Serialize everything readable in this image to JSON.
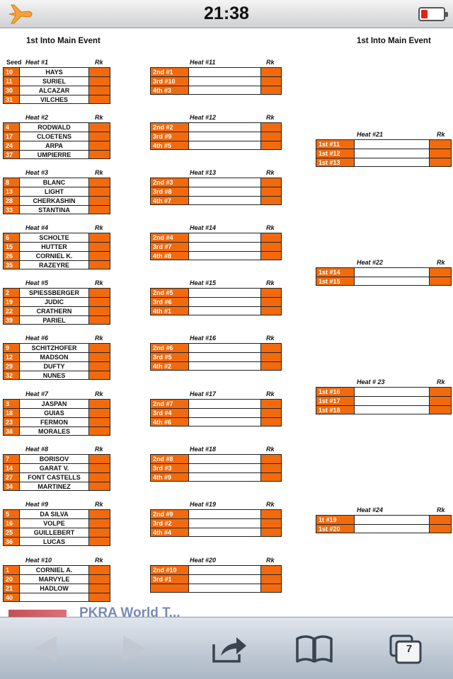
{
  "status": {
    "time": "21:38"
  },
  "page": {
    "title_left": "1st Into Main Event",
    "title_right": "1st Into Main Event",
    "seed_label": "Seed",
    "rk_label": "Rk"
  },
  "col1": [
    {
      "title": "Heat #1",
      "rows": [
        [
          "10",
          "HAYS"
        ],
        [
          "11",
          "SURIEL"
        ],
        [
          "30",
          "ALCAZAR"
        ],
        [
          "31",
          "VILCHES"
        ]
      ]
    },
    {
      "title": "Heat #2",
      "rows": [
        [
          "4",
          "RODWALD"
        ],
        [
          "17",
          "CLOETENS"
        ],
        [
          "24",
          "ARPA"
        ],
        [
          "37",
          "UMPIERRE"
        ]
      ]
    },
    {
      "title": "Heat #3",
      "rows": [
        [
          "8",
          "BLANC"
        ],
        [
          "13",
          "LIGHT"
        ],
        [
          "28",
          "CHERKASHIN"
        ],
        [
          "33",
          "STANTINA"
        ]
      ]
    },
    {
      "title": "Heat #4",
      "rows": [
        [
          "6",
          "SCHOLTE"
        ],
        [
          "15",
          "HUTTER"
        ],
        [
          "26",
          "CORNIEL K."
        ],
        [
          "35",
          "RAZEYRE"
        ]
      ]
    },
    {
      "title": "Heat #5",
      "rows": [
        [
          "2",
          "SPIESSBERGER"
        ],
        [
          "19",
          "JUDIC"
        ],
        [
          "22",
          "CRATHERN"
        ],
        [
          "39",
          "PARIEL"
        ]
      ]
    },
    {
      "title": "Heat #6",
      "rows": [
        [
          "9",
          "SCHITZHOFER"
        ],
        [
          "12",
          "MADSON"
        ],
        [
          "29",
          "DUFTY"
        ],
        [
          "32",
          "NUNES"
        ]
      ]
    },
    {
      "title": "Heat #7",
      "rows": [
        [
          "3",
          "JASPAN"
        ],
        [
          "18",
          "GUIAS"
        ],
        [
          "23",
          "FERMON"
        ],
        [
          "38",
          "MORALES"
        ]
      ]
    },
    {
      "title": "Heat #8",
      "rows": [
        [
          "7",
          "BORISOV"
        ],
        [
          "14",
          "GARAT V."
        ],
        [
          "27",
          "FONT CASTELLS"
        ],
        [
          "34",
          "MARTINEZ"
        ]
      ]
    },
    {
      "title": "Heat #9",
      "rows": [
        [
          "5",
          "DA SILVA"
        ],
        [
          "16",
          "VOLPE"
        ],
        [
          "25",
          "GUILLEBERT"
        ],
        [
          "36",
          "LUCAS"
        ]
      ]
    },
    {
      "title": "Heat #10",
      "rows": [
        [
          "1",
          "CORNIEL A."
        ],
        [
          "20",
          "MARVYLE"
        ],
        [
          "21",
          "HADLOW"
        ],
        [
          "40",
          ""
        ]
      ]
    }
  ],
  "col2": [
    {
      "title": "Heat #11",
      "rows": [
        [
          "2nd #1",
          ""
        ],
        [
          "3rd #10",
          ""
        ],
        [
          "4th #3",
          ""
        ]
      ]
    },
    {
      "title": "Heat #12",
      "rows": [
        [
          "2nd #2",
          ""
        ],
        [
          "3rd #9",
          ""
        ],
        [
          "4th #5",
          ""
        ]
      ]
    },
    {
      "title": "Heat #13",
      "rows": [
        [
          "2nd #3",
          ""
        ],
        [
          "3rd #8",
          ""
        ],
        [
          "4th #7",
          ""
        ]
      ]
    },
    {
      "title": "Heat #14",
      "rows": [
        [
          "2nd #4",
          ""
        ],
        [
          "3rd #7",
          ""
        ],
        [
          "4th #8",
          ""
        ]
      ]
    },
    {
      "title": "Heat #15",
      "rows": [
        [
          "2nd #5",
          ""
        ],
        [
          "3rd #6",
          ""
        ],
        [
          "4th #1",
          ""
        ]
      ]
    },
    {
      "title": "Heat #16",
      "rows": [
        [
          "2nd #6",
          ""
        ],
        [
          "3rd #5",
          ""
        ],
        [
          "4th #2",
          ""
        ]
      ]
    },
    {
      "title": "Heat #17",
      "rows": [
        [
          "2nd #7",
          ""
        ],
        [
          "3rd #4",
          ""
        ],
        [
          "4th #6",
          ""
        ]
      ]
    },
    {
      "title": "Heat #18",
      "rows": [
        [
          "2nd #8",
          ""
        ],
        [
          "3rd #3",
          ""
        ],
        [
          "4th #9",
          ""
        ]
      ]
    },
    {
      "title": "Heat #19",
      "rows": [
        [
          "2nd #9",
          ""
        ],
        [
          "3rd #2",
          ""
        ],
        [
          "4th #4",
          ""
        ]
      ]
    },
    {
      "title": "Heat #20",
      "rows": [
        [
          "2nd #10",
          ""
        ],
        [
          "3rd #1",
          ""
        ],
        [
          "",
          ""
        ]
      ]
    }
  ],
  "col3": [
    {
      "title": "Heat #21",
      "rows": [
        [
          "1st #11",
          ""
        ],
        [
          "1st #12",
          ""
        ],
        [
          "1st #13",
          ""
        ]
      ]
    },
    {
      "title": "Heat #22",
      "rows": [
        [
          "1st #14",
          ""
        ],
        [
          "1st #15",
          ""
        ]
      ]
    },
    {
      "title": "Heat # 23",
      "rows": [
        [
          "1st #16",
          ""
        ],
        [
          "1st #17",
          ""
        ],
        [
          "1st #18",
          ""
        ]
      ]
    },
    {
      "title": "Heat #24",
      "rows": [
        [
          "1t #19",
          ""
        ],
        [
          "1st #20",
          ""
        ]
      ]
    }
  ],
  "banner": {
    "text": "PKRA World T..."
  },
  "toolbar": {
    "tab_count": "7"
  },
  "colors": {
    "orange": "#f26a0e",
    "battery_red": "#e2231a"
  }
}
